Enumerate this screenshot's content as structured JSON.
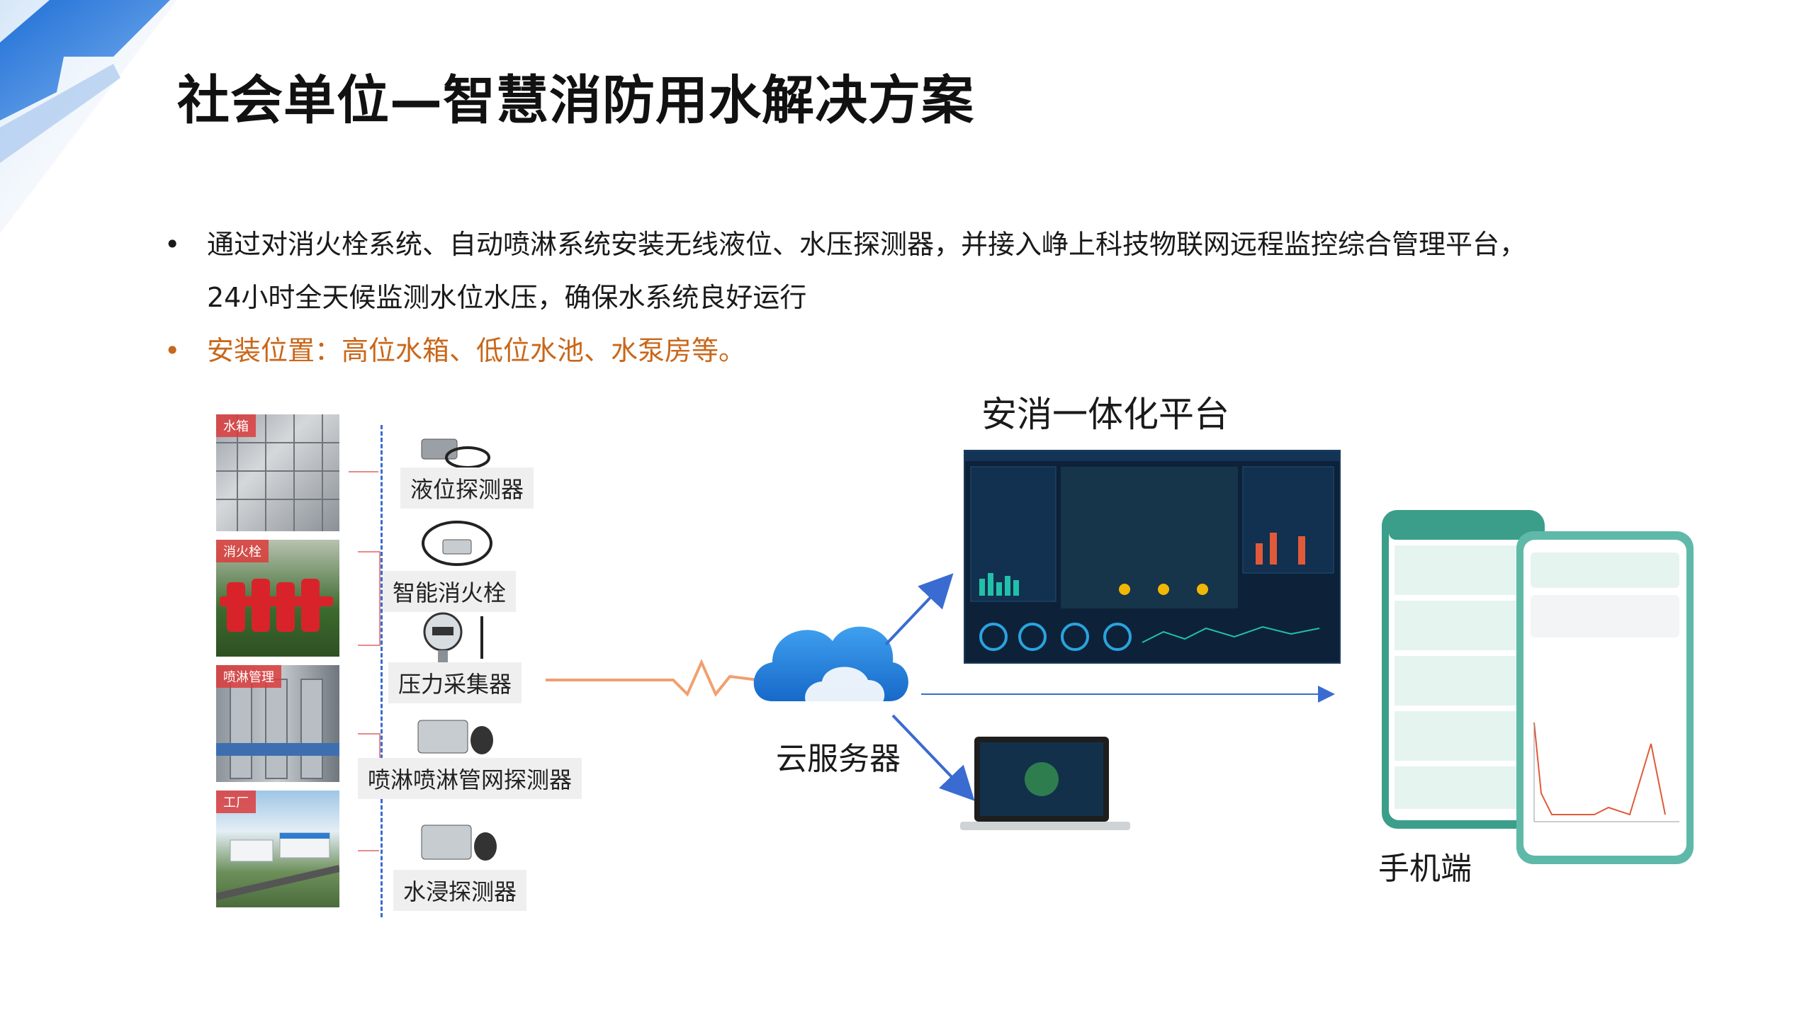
{
  "title": "社会单位—智慧消防用水解决方案",
  "bullets": {
    "line1": "通过对消火栓系统、自动喷淋系统安装无线液位、水压探测器，并接入峥上科技物联网远程监控综合管理平台，",
    "line2": "24小时全天候监测水位水压，确保水系统良好运行",
    "line3": "安装位置：高位水箱、低位水池、水泵房等。",
    "dot": "•"
  },
  "scenes": [
    {
      "tag": "水箱"
    },
    {
      "tag": "消火栓"
    },
    {
      "tag": "喷淋管理"
    },
    {
      "tag": "工厂"
    }
  ],
  "devices": [
    {
      "label": "液位探测器"
    },
    {
      "label": "智能消火栓"
    },
    {
      "label": "压力采集器"
    },
    {
      "label": "喷淋喷淋管网探测器"
    },
    {
      "label": "水浸探测器"
    }
  ],
  "platform_title": "安消一体化平台",
  "cloud_label": "云服务器",
  "phone_label": "手机端",
  "colors": {
    "accent_orange": "#c9671a",
    "line_blue": "#3a6bd1",
    "signal_orange": "#f0a070"
  }
}
